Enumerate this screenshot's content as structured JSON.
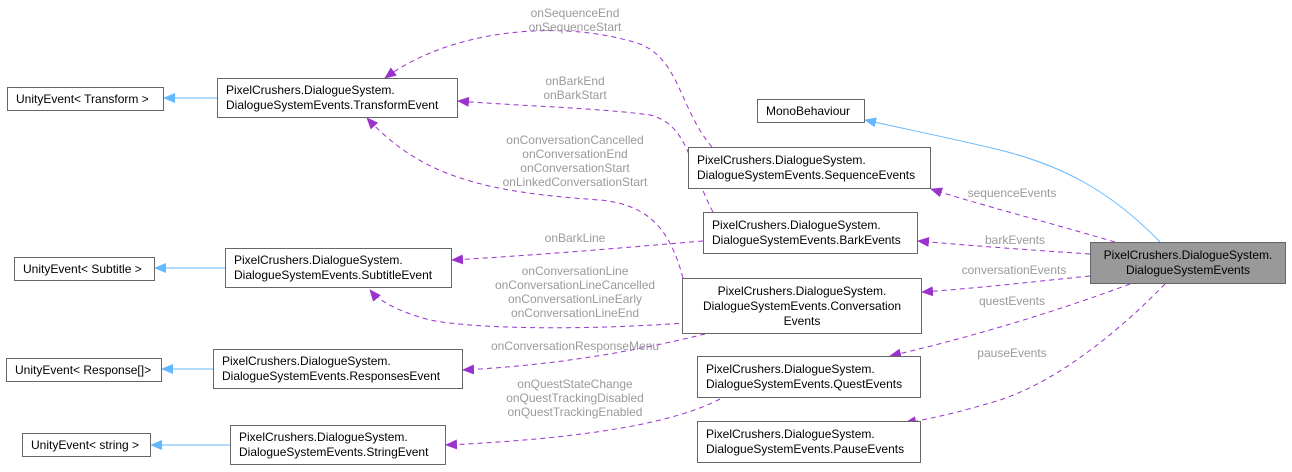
{
  "nodes": {
    "unity_transform": {
      "lines": [
        "UnityEvent< Transform >"
      ]
    },
    "unity_subtitle": {
      "lines": [
        "UnityEvent< Subtitle >"
      ]
    },
    "unity_response": {
      "lines": [
        "UnityEvent< Response[]>"
      ]
    },
    "unity_string": {
      "lines": [
        "UnityEvent< string >"
      ]
    },
    "transform_event": {
      "lines": [
        "PixelCrushers.DialogueSystem.",
        "DialogueSystemEvents.TransformEvent"
      ]
    },
    "subtitle_event": {
      "lines": [
        "PixelCrushers.DialogueSystem.",
        "DialogueSystemEvents.SubtitleEvent"
      ]
    },
    "responses_event": {
      "lines": [
        "PixelCrushers.DialogueSystem.",
        "DialogueSystemEvents.ResponsesEvent"
      ]
    },
    "string_event": {
      "lines": [
        "PixelCrushers.DialogueSystem.",
        "DialogueSystemEvents.StringEvent"
      ]
    },
    "mono_behaviour": {
      "lines": [
        "MonoBehaviour"
      ]
    },
    "sequence_events": {
      "lines": [
        "PixelCrushers.DialogueSystem.",
        "DialogueSystemEvents.SequenceEvents"
      ]
    },
    "bark_events": {
      "lines": [
        "PixelCrushers.DialogueSystem.",
        "DialogueSystemEvents.BarkEvents"
      ]
    },
    "conversation_events": {
      "lines": [
        "PixelCrushers.DialogueSystem.",
        "DialogueSystemEvents.Conversation",
        "Events"
      ]
    },
    "quest_events": {
      "lines": [
        "PixelCrushers.DialogueSystem.",
        "DialogueSystemEvents.QuestEvents"
      ]
    },
    "pause_events": {
      "lines": [
        "PixelCrushers.DialogueSystem.",
        "DialogueSystemEvents.PauseEvents"
      ]
    },
    "dialogue_system_events": {
      "lines": [
        "PixelCrushers.DialogueSystem.",
        "DialogueSystemEvents"
      ]
    }
  },
  "edge_labels": {
    "sequence_to_transform": [
      "onSequenceEnd",
      "onSequenceStart"
    ],
    "bark_to_transform": [
      "onBarkEnd",
      "onBarkStart"
    ],
    "conversation_to_transform": [
      "onConversationCancelled",
      "onConversationEnd",
      "onConversationStart",
      "onLinkedConversationStart"
    ],
    "bark_to_subtitle": [
      "onBarkLine"
    ],
    "conversation_to_subtitle": [
      "onConversationLine",
      "onConversationLineCancelled",
      "onConversationLineEarly",
      "onConversationLineEnd"
    ],
    "conversation_to_responses": [
      "onConversationResponseMenu"
    ],
    "quest_to_string": [
      "onQuestStateChange",
      "onQuestTrackingDisabled",
      "onQuestTrackingEnabled"
    ],
    "main_sequence": [
      "sequenceEvents"
    ],
    "main_bark": [
      "barkEvents"
    ],
    "main_conversation": [
      "conversationEvents"
    ],
    "main_quest": [
      "questEvents"
    ],
    "main_pause": [
      "pauseEvents"
    ]
  },
  "colors": {
    "inheritance": "#63b8ff",
    "usage": "#9a32cd",
    "node_border": "#666666",
    "focus_fill": "#999999",
    "label_text": "#9a9a9a"
  }
}
